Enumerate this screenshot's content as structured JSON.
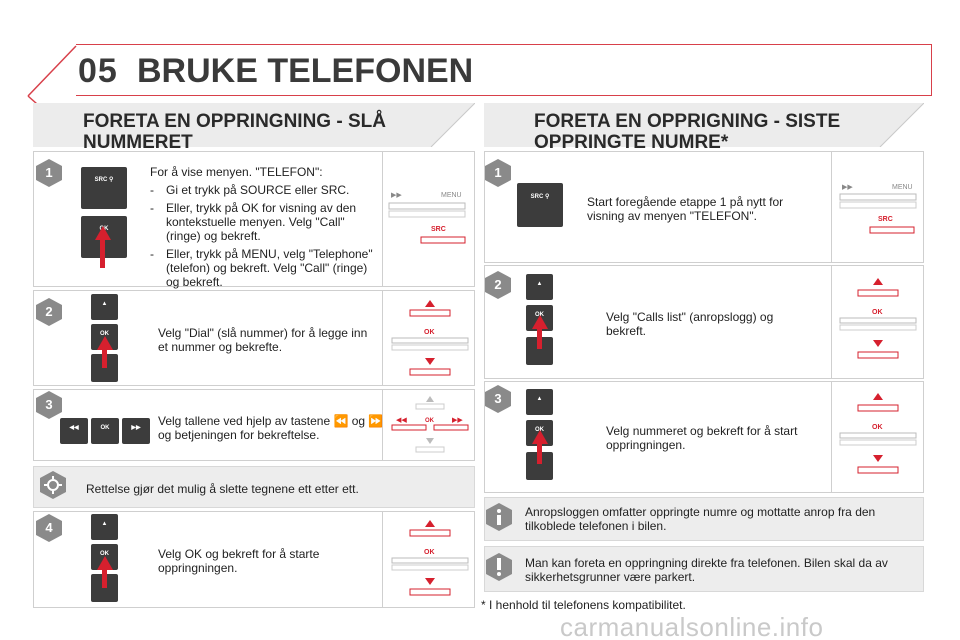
{
  "chapter": {
    "number": "05",
    "title": "BRUKE TELEFONEN"
  },
  "left": {
    "heading": [
      "FORETA EN OPPRINGNING - SLÅ",
      "NUMMERET"
    ],
    "step1": {
      "badge": "1",
      "intro": "For å vise menyen. \"TELEFON\":",
      "b1": "Gi et trykk på SOURCE eller SRC.",
      "b2": "Eller, trykk på OK for visning av den kontekstuelle menyen. Velg \"Call\" (ringe) og bekreft.",
      "b3": "Eller, trykk på MENU, velg \"Telephone\" (telefon) og bekreft. Velg \"Call\" (ringe) og bekreft."
    },
    "step2": {
      "badge": "2",
      "text": "Velg \"Dial\" (slå nummer) for å legge inn et nummer og bekrefte."
    },
    "step3": {
      "badge": "3",
      "text": "Velg tallene ved hjelp av tastene ⏪ og ⏩ og betjeningen for bekreftelse."
    },
    "tip": {
      "text": "Rettelse gjør det mulig å slette tegnene ett etter ett."
    },
    "step4": {
      "badge": "4",
      "text": "Velg OK og bekreft for å starte oppringningen."
    }
  },
  "right": {
    "heading": [
      "FORETA EN OPPRIGNING - SISTE",
      "OPPRINGTE NUMRE*"
    ],
    "step1": {
      "badge": "1",
      "text": "Start foregående etappe 1 på nytt for visning av menyen \"TELEFON\"."
    },
    "step2": {
      "badge": "2",
      "text": "Velg \"Calls list\" (anropslogg) og bekreft."
    },
    "step3": {
      "badge": "3",
      "text": "Velg nummeret og bekreft for å start oppringningen."
    },
    "info": {
      "text": "Anropsloggen omfatter oppringte numre og mottatte anrop fra den tilkoblede telefonen i bilen."
    },
    "warn": {
      "text": "Man kan foreta en oppringning direkte fra telefonen. Bilen skal da av sikkerhetsgrunner være parkert."
    },
    "footnote": "* I henhold til telefonens kompatibilitet."
  },
  "labels": {
    "src": "SRC",
    "ok": "OK",
    "menu": "MENU"
  },
  "watermark": "carmanualsonline.info",
  "colors": {
    "accent": "#d6202e",
    "badge": "#8a8a8a",
    "panel_gray": "#ededed"
  }
}
